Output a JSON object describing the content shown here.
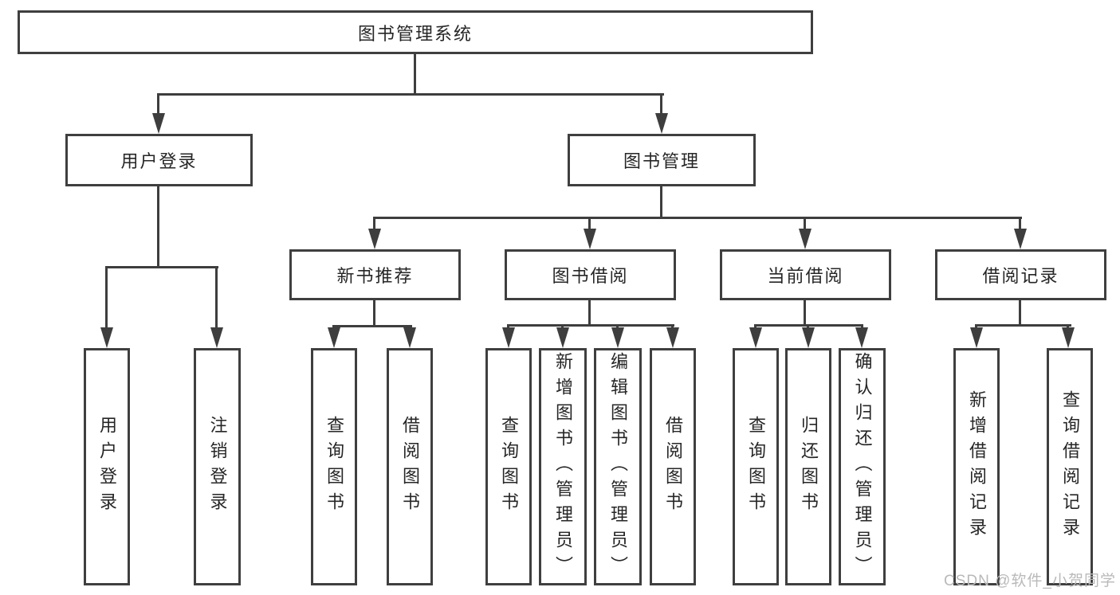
{
  "diagram_title": "图书管理系统",
  "nodes": {
    "root": "图书管理系统",
    "user_login": "用户登录",
    "book_mgmt": "图书管理",
    "new_books": "新书推荐",
    "book_borrow": "图书借阅",
    "current_borrow": "当前借阅",
    "borrow_records": "借阅记录",
    "leaf_user_login": "用户登录",
    "leaf_logout": "注销登录",
    "leaf_nb_query": "查询图书",
    "leaf_nb_borrow": "借阅图书",
    "leaf_bb_query": "查询图书",
    "leaf_bb_add": "新增图书（管理员）",
    "leaf_bb_edit": "编辑图书（管理员）",
    "leaf_bb_borrow": "借阅图书",
    "leaf_cb_query": "查询图书",
    "leaf_cb_return": "归还图书",
    "leaf_cb_confirm": "确认归还（管理员）",
    "leaf_br_add": "新增借阅记录",
    "leaf_br_query": "查询借阅记录"
  },
  "hierarchy": {
    "label": "图书管理系统",
    "children": [
      {
        "label": "用户登录",
        "children": [
          {
            "label": "用户登录"
          },
          {
            "label": "注销登录"
          }
        ]
      },
      {
        "label": "图书管理",
        "children": [
          {
            "label": "新书推荐",
            "children": [
              {
                "label": "查询图书"
              },
              {
                "label": "借阅图书"
              }
            ]
          },
          {
            "label": "图书借阅",
            "children": [
              {
                "label": "查询图书"
              },
              {
                "label": "新增图书（管理员）"
              },
              {
                "label": "编辑图书（管理员）"
              },
              {
                "label": "借阅图书"
              }
            ]
          },
          {
            "label": "当前借阅",
            "children": [
              {
                "label": "查询图书"
              },
              {
                "label": "归还图书"
              },
              {
                "label": "确认归还（管理员）"
              }
            ]
          },
          {
            "label": "借阅记录",
            "children": [
              {
                "label": "新增借阅记录"
              },
              {
                "label": "查询借阅记录"
              }
            ]
          }
        ]
      }
    ]
  },
  "watermark": "CSDN @软件_小贺同学",
  "colors": {
    "background": "#ffffff",
    "line": "#3e3e3e",
    "box_border": "#3f3f3f",
    "text": "#262626",
    "watermark": "#b9b9b9"
  }
}
